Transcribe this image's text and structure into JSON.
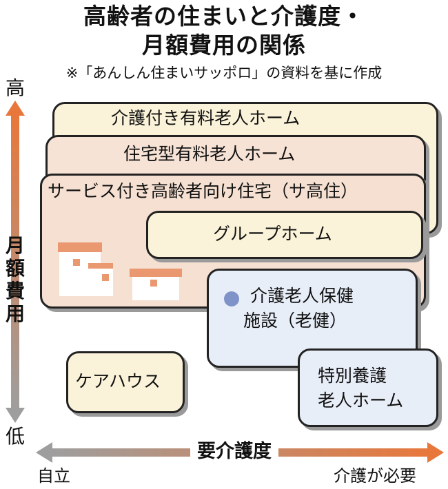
{
  "title": {
    "line1": "高齢者の住まいと介護度・",
    "line2": "月額費用の関係"
  },
  "source_note": "※「あんしん住まいサッポロ」の資料を基に作成",
  "y_axis": {
    "top_label": "高",
    "bottom_label": "低",
    "title_chars": [
      "月",
      "額",
      "費",
      "用"
    ],
    "gradient_colors": [
      "#e8773c",
      "#9e9e9e"
    ]
  },
  "x_axis": {
    "title": "要介護度",
    "left_label": "自立",
    "right_label": "介護が必要",
    "gradient_colors": [
      "#9e9e9e",
      "#e8773c"
    ]
  },
  "facilities": {
    "kaigo_yuryo": "介護付き有料老人ホーム",
    "jutaku_yuryo": "住宅型有料老人ホーム",
    "sakoju": "サービス付き高齢者向け住宅（サ高住）",
    "group_home": "グループホーム",
    "roken_line1": "介護老人保健",
    "roken_line2": "施設（老健）",
    "care_house": "ケアハウス",
    "tokuyo_line1": "特別養護",
    "tokuyo_line2": "老人ホーム"
  },
  "colors": {
    "cream": "#fbf3d9",
    "tan": "#f7e3d6",
    "blue": "#e8eef8",
    "house_accent": "#e99870",
    "dot": "#7f93c9"
  }
}
